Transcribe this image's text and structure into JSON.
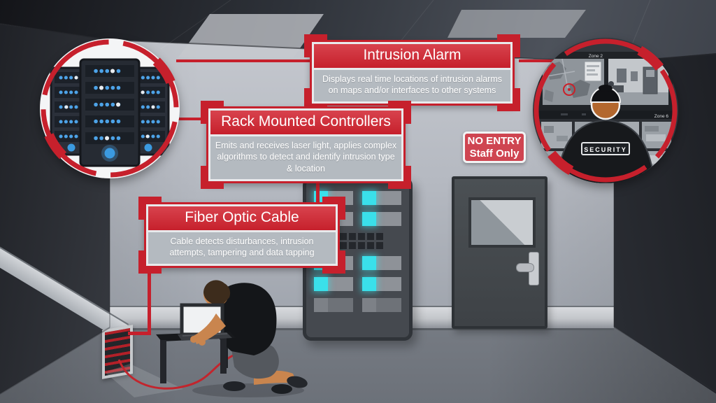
{
  "scene": {
    "description": "Illustration of a fiber optic intrusion detection system protecting a server room"
  },
  "callouts": {
    "intrusion_alarm": {
      "title": "Intrusion Alarm",
      "description": "Displays real time locations of intrusion alarms on maps and/or interfaces to other systems"
    },
    "rack_mounted_controllers": {
      "title": "Rack Mounted Controllers",
      "description": "Emits and receives laser light, applies complex algorithms to detect and identify intrusion type & location"
    },
    "fiber_optic_cable": {
      "title": "Fiber Optic Cable",
      "description": "Cable detects disturbances, intrusion attempts, tampering and data tapping"
    }
  },
  "door_sign": {
    "line1": "NO ENTRY",
    "line2": "Staff Only"
  },
  "security_room": {
    "monitors": [
      {
        "label": "Zone 2"
      },
      {
        "label": "Zone 6"
      }
    ],
    "guard_patch": "SECURITY"
  },
  "colors": {
    "accent_red": "#c6202c",
    "sign_red": "#cf4551",
    "led_cyan": "#3ae0ea",
    "led_blue": "#4da3e8",
    "panel_gray": "#b1b7be"
  }
}
